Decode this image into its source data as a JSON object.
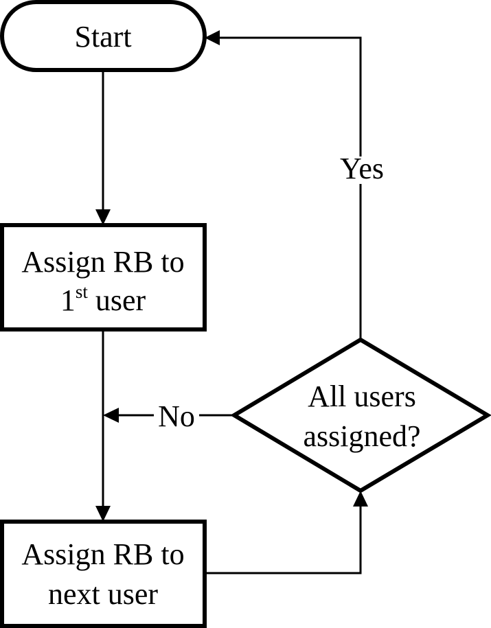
{
  "diagram": {
    "start_label": "Start",
    "assign_first": {
      "line1": "Assign RB to",
      "line2_prefix": "1",
      "line2_superscript": "st",
      "line2_suffix": " user"
    },
    "assign_next": {
      "line1": "Assign RB to",
      "line2": "next user"
    },
    "decision": {
      "line1": "All users",
      "line2": "assigned?"
    },
    "edge_yes_label": "Yes",
    "edge_no_label": "No"
  }
}
